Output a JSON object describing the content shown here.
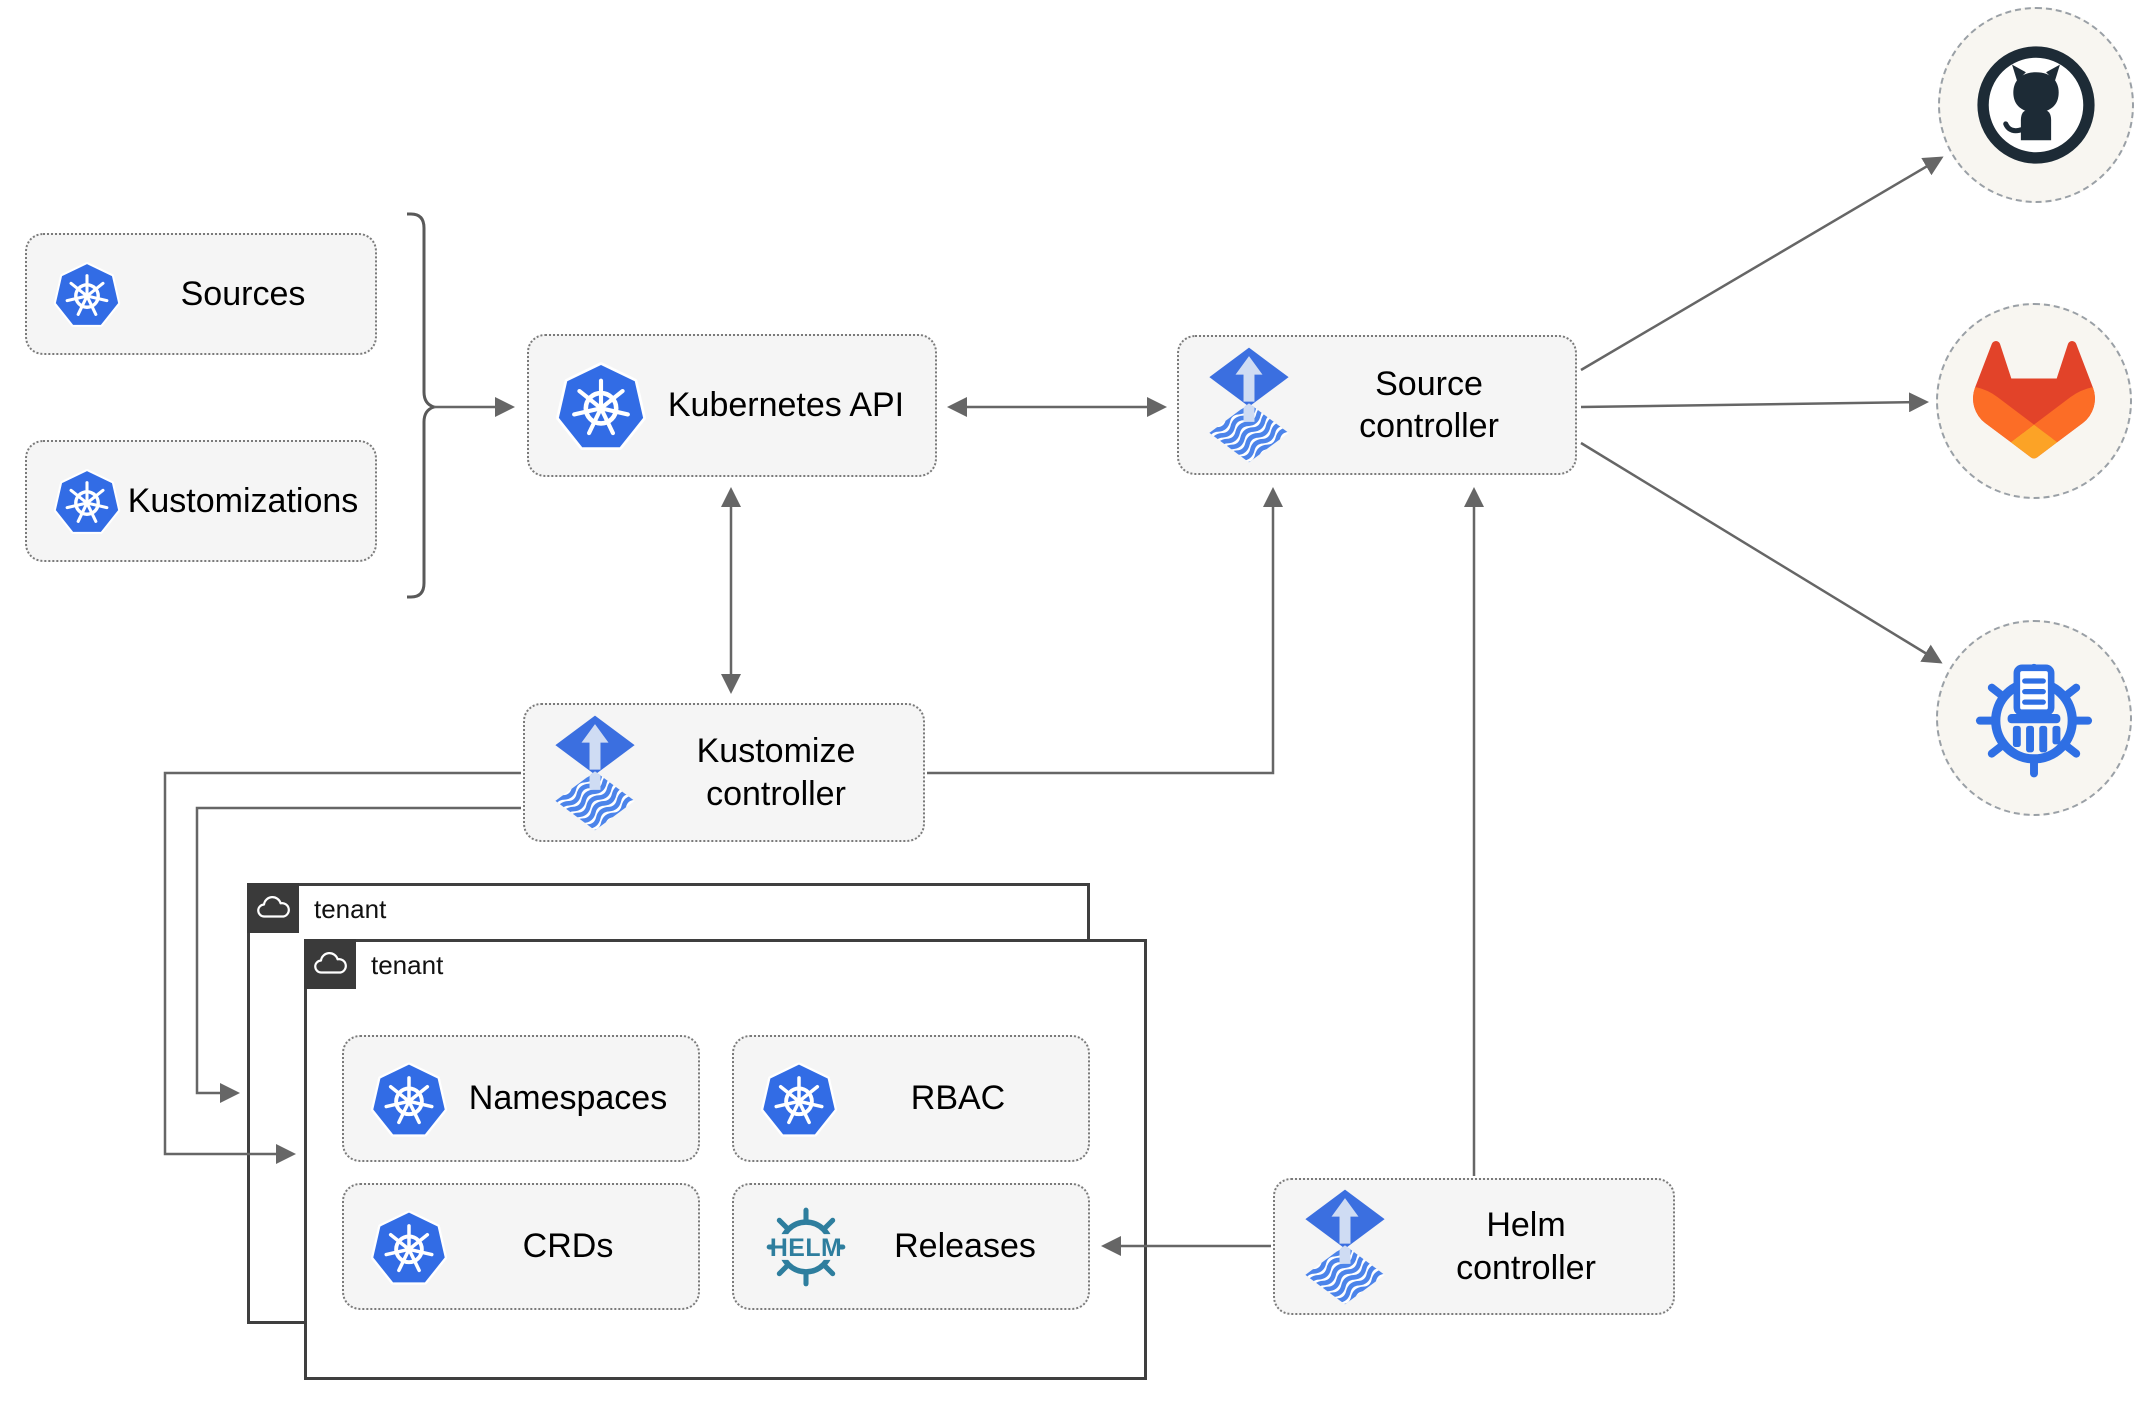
{
  "colors": {
    "kubernetes_blue": "#326CE5",
    "flux_blue": "#3b6fe0",
    "helm_teal": "#2e7e9e",
    "github_dark": "#1d2b36",
    "gitlab_red": "#e24329",
    "gitlab_orange": "#fc6d26",
    "gitlab_yellow": "#fca326",
    "registry_blue": "#2f6fe4",
    "wire_gray": "#666666",
    "node_fill": "#f5f5f5",
    "tenant_header": "#3a3a3a"
  },
  "nodes": {
    "sources": {
      "label": "Sources"
    },
    "kustomizations": {
      "label": "Kustomizations"
    },
    "kubernetes_api": {
      "label": "Kubernetes API"
    },
    "source_controller": {
      "label": "Source controller"
    },
    "kustomize_controller": {
      "label": "Kustomize controller"
    },
    "helm_controller": {
      "label": "Helm controller"
    },
    "namespaces": {
      "label": "Namespaces"
    },
    "rbac": {
      "label": "RBAC"
    },
    "crds": {
      "label": "CRDs"
    },
    "releases": {
      "label": "Releases",
      "icon_text": "HELM"
    }
  },
  "tenants": [
    {
      "label": "tenant"
    },
    {
      "label": "tenant"
    }
  ],
  "externals": [
    {
      "name": "github"
    },
    {
      "name": "gitlab"
    },
    {
      "name": "container-registry"
    }
  ]
}
